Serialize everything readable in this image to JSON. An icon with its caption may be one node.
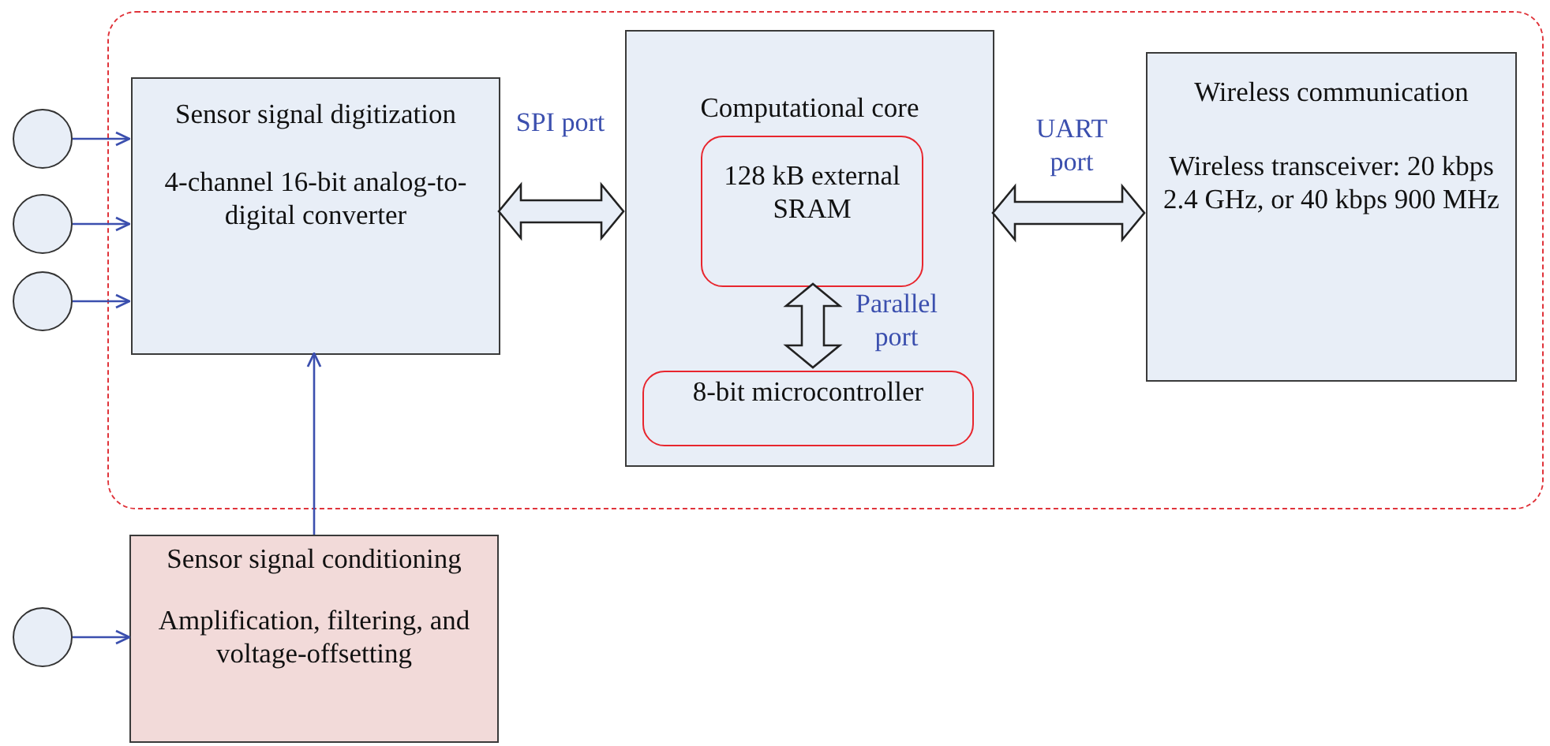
{
  "diagram": {
    "nodes": [
      {
        "text": [],
        "shape": "box"
      },
      {
        "text": [
          "Sensor signal digitization",
          "4-channel 16-bit analog-to-digital converter"
        ],
        "in": 0
      },
      {
        "text": [
          "Computational core"
        ],
        "in": 0
      },
      {
        "text": [
          "128 kB external SRAM"
        ],
        "in": 2
      },
      {
        "text": [
          "8-bit microcontroller"
        ],
        "in": 2
      },
      {
        "text": [
          "Wireless communication",
          "Wireless transceiver: 20 kbps 2.4 GHz, or 40 kbps 900 MHz"
        ],
        "in": 0
      },
      {
        "text": [
          "Sensor signal conditioning",
          "Amplification, filtering, and voltage-offsetting"
        ]
      },
      {
        "text": [],
        "shape": "circle"
      },
      {
        "text": [],
        "shape": "circle"
      },
      {
        "text": [],
        "shape": "circle"
      },
      {
        "text": [],
        "shape": "circle"
      }
    ],
    "edges": [
      {
        "from": 7,
        "to": 1,
        "arrow": "to"
      },
      {
        "from": 8,
        "to": 1,
        "arrow": "to"
      },
      {
        "from": 9,
        "to": 1,
        "arrow": "to"
      },
      {
        "from": 10,
        "to": 6,
        "arrow": "to"
      },
      {
        "from": 6,
        "to": 1,
        "arrow": "to"
      },
      {
        "from": 1,
        "to": 2,
        "arrow": "both",
        "label": "SPI port",
        "style": "thick"
      },
      {
        "from": 3,
        "to": 4,
        "arrow": "both",
        "label": "Parallel port",
        "style": "thick"
      },
      {
        "from": 2,
        "to": 5,
        "arrow": "both",
        "label": "UART port",
        "style": "thick"
      }
    ]
  }
}
